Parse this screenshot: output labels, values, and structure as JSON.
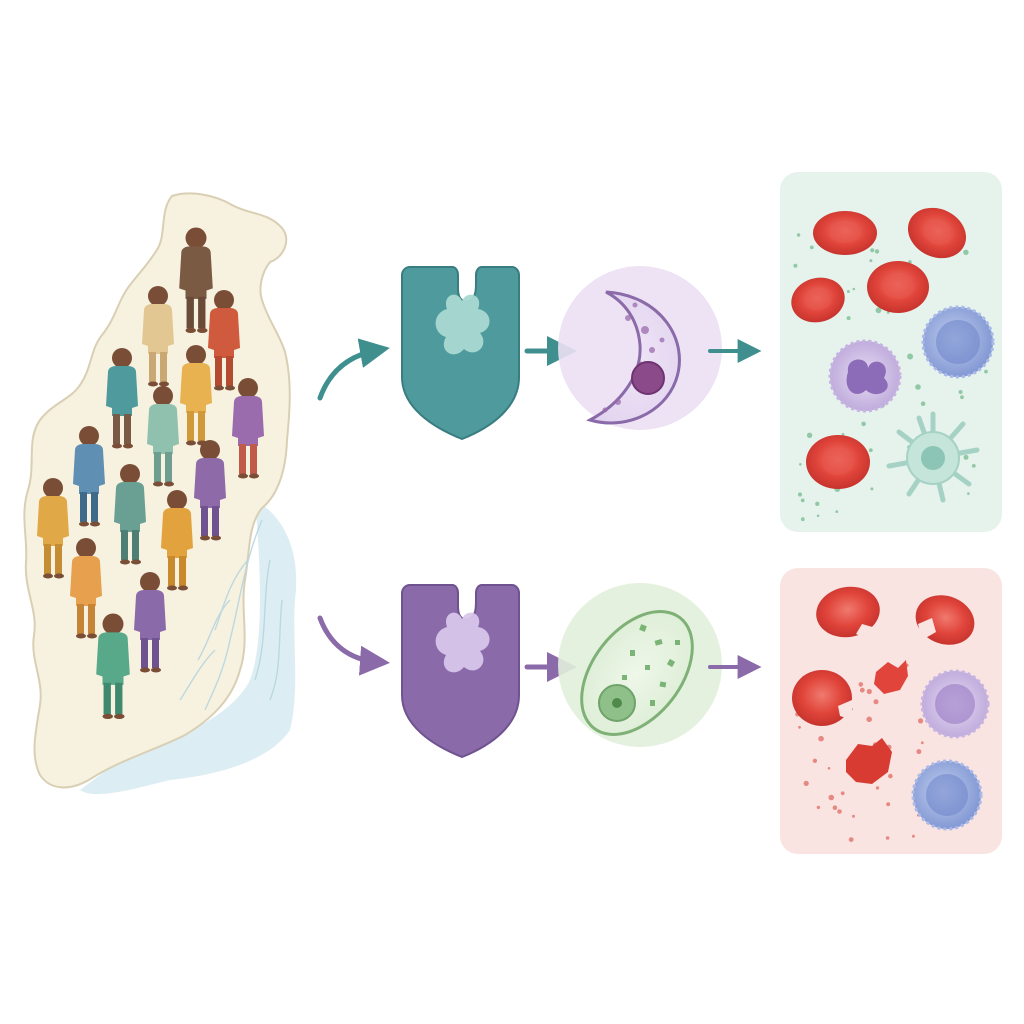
{
  "text_labels": [],
  "colors": {
    "background": "#ffffff",
    "map_fill": "#f7f1df",
    "map_outline": "#d9cfb4",
    "coast_water": "#d8ecf2",
    "teal_path": "#3f8f8f",
    "teal_shield": "#4e9a9c",
    "teal_shield_light": "#a9d9d2",
    "purple_path": "#8a6aa8",
    "purple_shield": "#8a6aa8",
    "purple_shield_light": "#d8c6ea",
    "healthy_panel": "#e6f2ec",
    "damaged_panel": "#f9e4e2",
    "red_cell": "#e0443a",
    "red_cell_dark": "#c0302a",
    "white_cell_purple": "#b9a3d8",
    "white_cell_blue": "#7d94d1",
    "dendritic_cell": "#b9ddd2",
    "parasite_purple": "#b49bd0",
    "parasite_green": "#b9dcb3"
  },
  "icons": [
    "regional-map-icon",
    "population-figures-icon",
    "protective-receptor-shield-icon",
    "crescent-parasite-cell-icon",
    "oval-parasite-cell-icon",
    "healthy-blood-cells-panel",
    "damaged-blood-cells-panel"
  ],
  "pathways": [
    {
      "name": "upper-pathway",
      "arrow_color": "#3f8f8f",
      "shield_color": "#4e9a9c",
      "cell_type": "crescent",
      "outcome": "healthy"
    },
    {
      "name": "lower-pathway",
      "arrow_color": "#8a6aa8",
      "shield_color": "#8a6aa8",
      "cell_type": "oval",
      "outcome": "damaged"
    }
  ]
}
